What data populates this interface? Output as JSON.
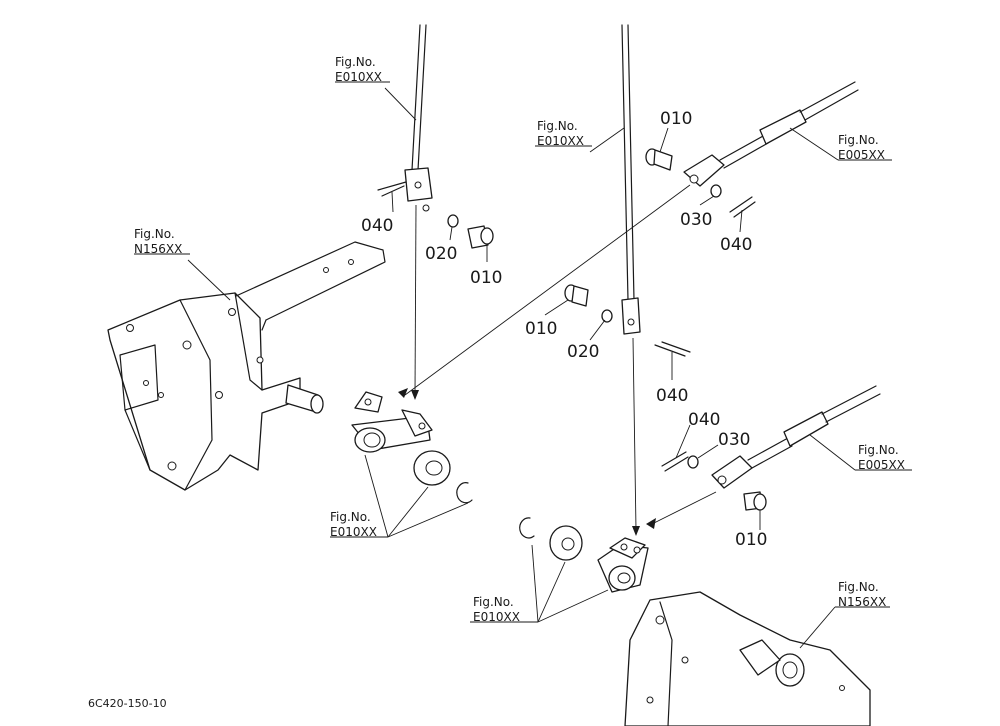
{
  "diagram": {
    "drawing_code": "6C420-150-10",
    "callouts": {
      "fig_top_left": [
        "Fig.No.",
        "E010XX"
      ],
      "fig_top_mid": [
        "Fig.No.",
        "E010XX"
      ],
      "fig_top_right": [
        "Fig.No.",
        "E005XX"
      ],
      "fig_left_frame": [
        "Fig.No.",
        "N156XX"
      ],
      "fig_bottom_left": [
        "Fig.No.",
        "E010XX"
      ],
      "fig_mid_right": [
        "Fig.No.",
        "E005XX"
      ],
      "fig_bottom_mid": [
        "Fig.No.",
        "E010XX"
      ],
      "fig_bottom_right": [
        "Fig.No.",
        "N156XX"
      ]
    },
    "parts": {
      "p040_a": "040",
      "p020_a": "020",
      "p010_a": "010",
      "p010_b": "010",
      "p030_b": "030",
      "p040_b": "040",
      "p010_c": "010",
      "p020_c": "020",
      "p040_c": "040",
      "p040_d": "040",
      "p030_d": "030",
      "p010_d": "010"
    }
  }
}
